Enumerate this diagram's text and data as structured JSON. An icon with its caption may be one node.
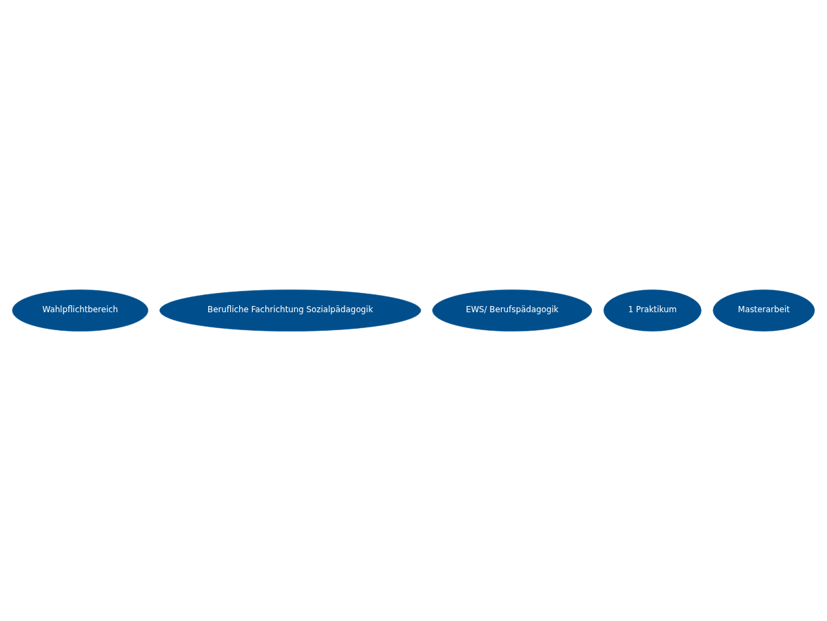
{
  "diagram": {
    "nodes": [
      {
        "text": [
          "Wahlpflichtbereich"
        ]
      },
      {
        "text": [
          "Berufliche Fachrichtung Sozialpädagogik"
        ]
      },
      {
        "text": [
          "EWS/ Berufspädagogik"
        ]
      },
      {
        "text": [
          "1 Praktikum"
        ]
      },
      {
        "text": [
          "Masterarbeit"
        ]
      }
    ]
  }
}
